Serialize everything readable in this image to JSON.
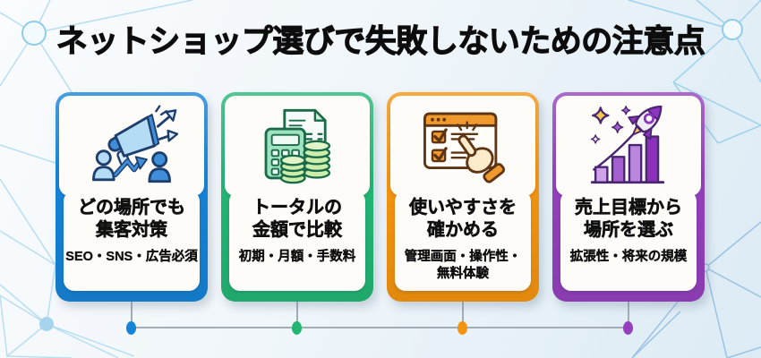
{
  "title": "ネットショップ選びで失敗しないための注意点",
  "timeline": {
    "line_color": "#a4adb6"
  },
  "cards": [
    {
      "accent": "#1583d6",
      "icon": "megaphone-icon",
      "heading_line1": "どの場所でも",
      "heading_line2": "集客対策",
      "sub_line1": "SEO・SNS・広告必須",
      "sub_line2": ""
    },
    {
      "accent": "#23b574",
      "icon": "calculator-icon",
      "heading_line1": "トータルの",
      "heading_line2": "金額で比較",
      "sub_line1": "初期・月額・手数料",
      "sub_line2": ""
    },
    {
      "accent": "#f3930f",
      "icon": "browser-checklist-icon",
      "heading_line1": "使いやすさを",
      "heading_line2": "確かめる",
      "sub_line1": "管理画面・操作性・",
      "sub_line2": "無料体験"
    },
    {
      "accent": "#9440bd",
      "icon": "rocket-growth-icon",
      "heading_line1": "売上目標から",
      "heading_line2": "場所を選ぶ",
      "sub_line1": "拡張性・将来の規模",
      "sub_line2": ""
    }
  ]
}
